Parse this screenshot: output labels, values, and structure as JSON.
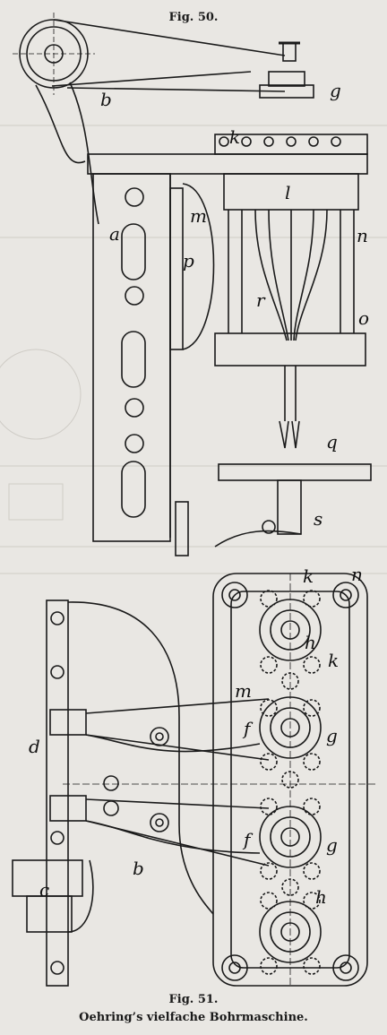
{
  "figure_top": "Fig. 50.",
  "figure_bottom": "Fig. 51.",
  "caption": "Oehring’s vielfache Bohrmaschine.",
  "labels_fig50": {
    "b": "b",
    "g": "g",
    "k": "k",
    "l": "l",
    "m": "m",
    "n": "n",
    "a": "a",
    "p": "p",
    "r": "r",
    "o": "o",
    "q": "q",
    "s": "s"
  },
  "labels_fig51": {
    "k": "k",
    "n": "n",
    "h_top": "h",
    "k2": "k",
    "m": "m",
    "f1": "f",
    "g1": "g",
    "d": "d",
    "f2": "f",
    "g2": "g",
    "b": "b",
    "c": "c",
    "h_bottom": "h"
  },
  "colors": {
    "paper": "#e9e7e3",
    "ink": "#1a1a1a",
    "ghost": "#c9c6c0"
  }
}
